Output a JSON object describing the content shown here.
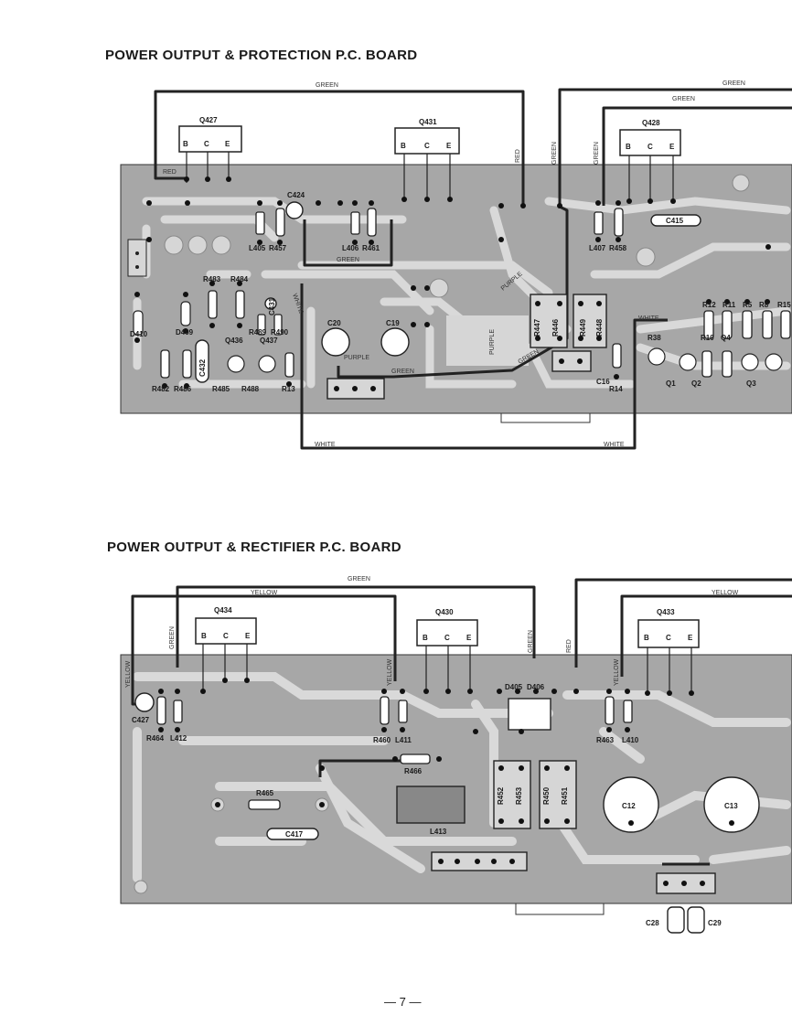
{
  "titles": {
    "protection_board": "POWER OUTPUT & PROTECTION P.C. BOARD",
    "rectifier_board": "POWER OUTPUT & RECTIFIER P.C. BOARD"
  },
  "page_number": "— 7 —",
  "protection_board": {
    "transistor_modules": [
      {
        "name": "Q427",
        "pins": [
          "B",
          "C",
          "E"
        ]
      },
      {
        "name": "Q431",
        "pins": [
          "B",
          "C",
          "E"
        ]
      },
      {
        "name": "Q428",
        "pins": [
          "B",
          "C",
          "E"
        ]
      }
    ],
    "wire_labels": [
      "RED",
      "GREEN",
      "RED",
      "GREEN",
      "GREEN",
      "GREEN",
      "GREEN",
      "PURPLE",
      "PURPLE",
      "PURPLE",
      "GREEN",
      "GREEN",
      "WHITE",
      "WHITE",
      "WHITE",
      "WHITE",
      "GREEN"
    ],
    "component_labels": [
      "C424",
      "L405",
      "R457",
      "L406",
      "R461",
      "L407",
      "R458",
      "C415",
      "R483",
      "R484",
      "C431",
      "D410",
      "D409",
      "Q436",
      "Q437",
      "R489",
      "R490",
      "R482",
      "R486",
      "C432",
      "R485",
      "R488",
      "R13",
      "C20",
      "C19",
      "R447",
      "R446",
      "R449",
      "R448",
      "C16",
      "R14",
      "R12",
      "R11",
      "R5",
      "R8",
      "R15",
      "R38",
      "R10",
      "Q4",
      "Q1",
      "Q2",
      "Q3"
    ]
  },
  "rectifier_board": {
    "transistor_modules": [
      {
        "name": "Q434",
        "pins": [
          "B",
          "C",
          "E"
        ]
      },
      {
        "name": "Q430",
        "pins": [
          "B",
          "C",
          "E"
        ]
      },
      {
        "name": "Q433",
        "pins": [
          "B",
          "C",
          "E"
        ]
      }
    ],
    "wire_labels": [
      "GREEN",
      "YELLOW",
      "YELLOW",
      "GREEN",
      "YELLOW",
      "YELLOW",
      "GREEN",
      "RED",
      "YELLOW"
    ],
    "component_labels": [
      "C427",
      "R464",
      "L412",
      "R460",
      "L411",
      "D405",
      "D406",
      "R463",
      "L410",
      "R466",
      "R465",
      "C417",
      "L413",
      "R452",
      "R453",
      "R450",
      "R451",
      "C12",
      "C13",
      "C28",
      "C29"
    ]
  },
  "colors": {
    "board": "#a7a7a7",
    "trace": "#d6d6d6",
    "wire": "#222222",
    "ink": "#1a1a1a"
  }
}
